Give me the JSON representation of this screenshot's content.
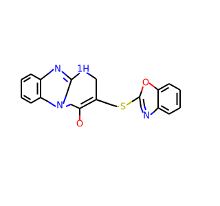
{
  "molecule": {
    "atoms": {
      "n_top": {
        "label": "N",
        "color": "#0000ff"
      },
      "nh": {
        "label": "1H",
        "color": "#0000ff"
      },
      "n_bridge": {
        "label": "N",
        "color": "#0000ff"
      },
      "o_carbonyl": {
        "label": "O",
        "color": "#ff0000"
      },
      "s_thio": {
        "label": "S",
        "color": "#b8b800"
      },
      "o_ring": {
        "label": "O",
        "color": "#ff0000"
      },
      "n_ring": {
        "label": "N",
        "color": "#0000ff"
      }
    },
    "colors": {
      "bond": "#000000",
      "nitrogen": "#0000ff",
      "oxygen": "#ff0000",
      "sulfur": "#b8b800",
      "background": "#ffffff"
    }
  }
}
